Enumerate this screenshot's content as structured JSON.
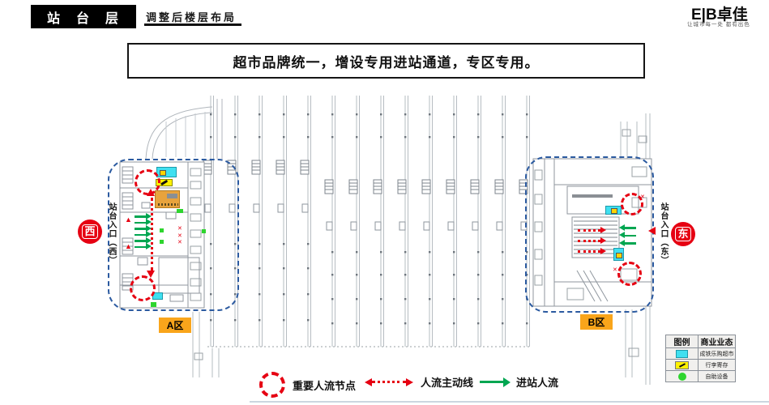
{
  "header": {
    "page_title": "站　台　层",
    "subtitle": "调整后楼层布局",
    "logo_text": "E|B卓佳",
    "logo_slogan": "让城市每一处 都有出色"
  },
  "banner": {
    "text": "超市品牌统一，增设专用进站通道，专区专用。"
  },
  "plan": {
    "west_badge": "西",
    "west_entrance": "站台入口（西）",
    "east_badge": "东",
    "east_entrance": "站台入口（东）",
    "zone_a": "A区",
    "zone_b": "B区"
  },
  "flow_legend": {
    "items": [
      {
        "icon": "dashed-circle-icon",
        "label": "重要人流节点"
      },
      {
        "icon": "dotted-double-arrow-icon",
        "label": "人流主动线"
      },
      {
        "icon": "green-arrow-icon",
        "label": "进站人流"
      }
    ]
  },
  "legend_table": {
    "headers": [
      "图例",
      "商业业态"
    ],
    "rows": [
      {
        "icon": "cyan-square-icon",
        "label": "成铁乐购超市"
      },
      {
        "icon": "luggage-icon",
        "label": "行李寄存"
      },
      {
        "icon": "green-circle-icon",
        "label": "自助设备"
      }
    ]
  },
  "colors": {
    "flow_red": "#e60012",
    "flow_green": "#00a651",
    "supermarket_cyan": "#3fe0f0",
    "luggage_yellow": "#fff100",
    "retail_orange": "#e8a33d",
    "zone_label_orange": "#f9a51b",
    "boundary_blue": "#2b5aa0"
  }
}
